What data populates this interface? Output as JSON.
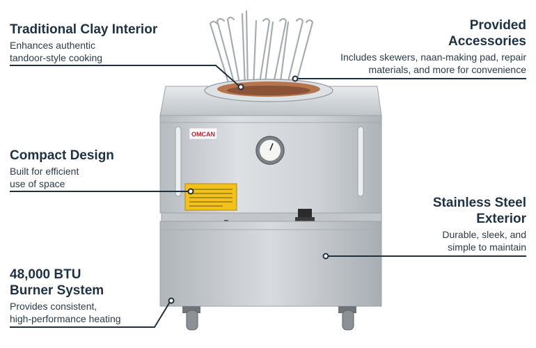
{
  "callouts": {
    "clay": {
      "title": "Traditional Clay Interior",
      "desc1": "Enhances authentic",
      "desc2": "tandoor-style cooking"
    },
    "accessories": {
      "title1": "Provided",
      "title2": "Accessories",
      "desc1": "Includes skewers, naan-making pad, repair",
      "desc2": "materials, and more for convenience"
    },
    "compact": {
      "title": "Compact Design",
      "desc1": "Built for efficient",
      "desc2": "use of space"
    },
    "steel": {
      "title1": "Stainless Steel",
      "title2": "Exterior",
      "desc1": "Durable, sleek, and",
      "desc2": "simple to maintain"
    },
    "burner": {
      "title1": "48,000 BTU",
      "title2": "Burner System",
      "desc1": "Provides consistent,",
      "desc2": "high-performance heating"
    }
  },
  "product": {
    "brand_label": "OMCAN"
  },
  "colors": {
    "text_dark": "#1e3143",
    "line": "#1f2f3d",
    "steel": "#c9cdd1",
    "clay": "#b5754f",
    "warning": "#f2c21b"
  }
}
